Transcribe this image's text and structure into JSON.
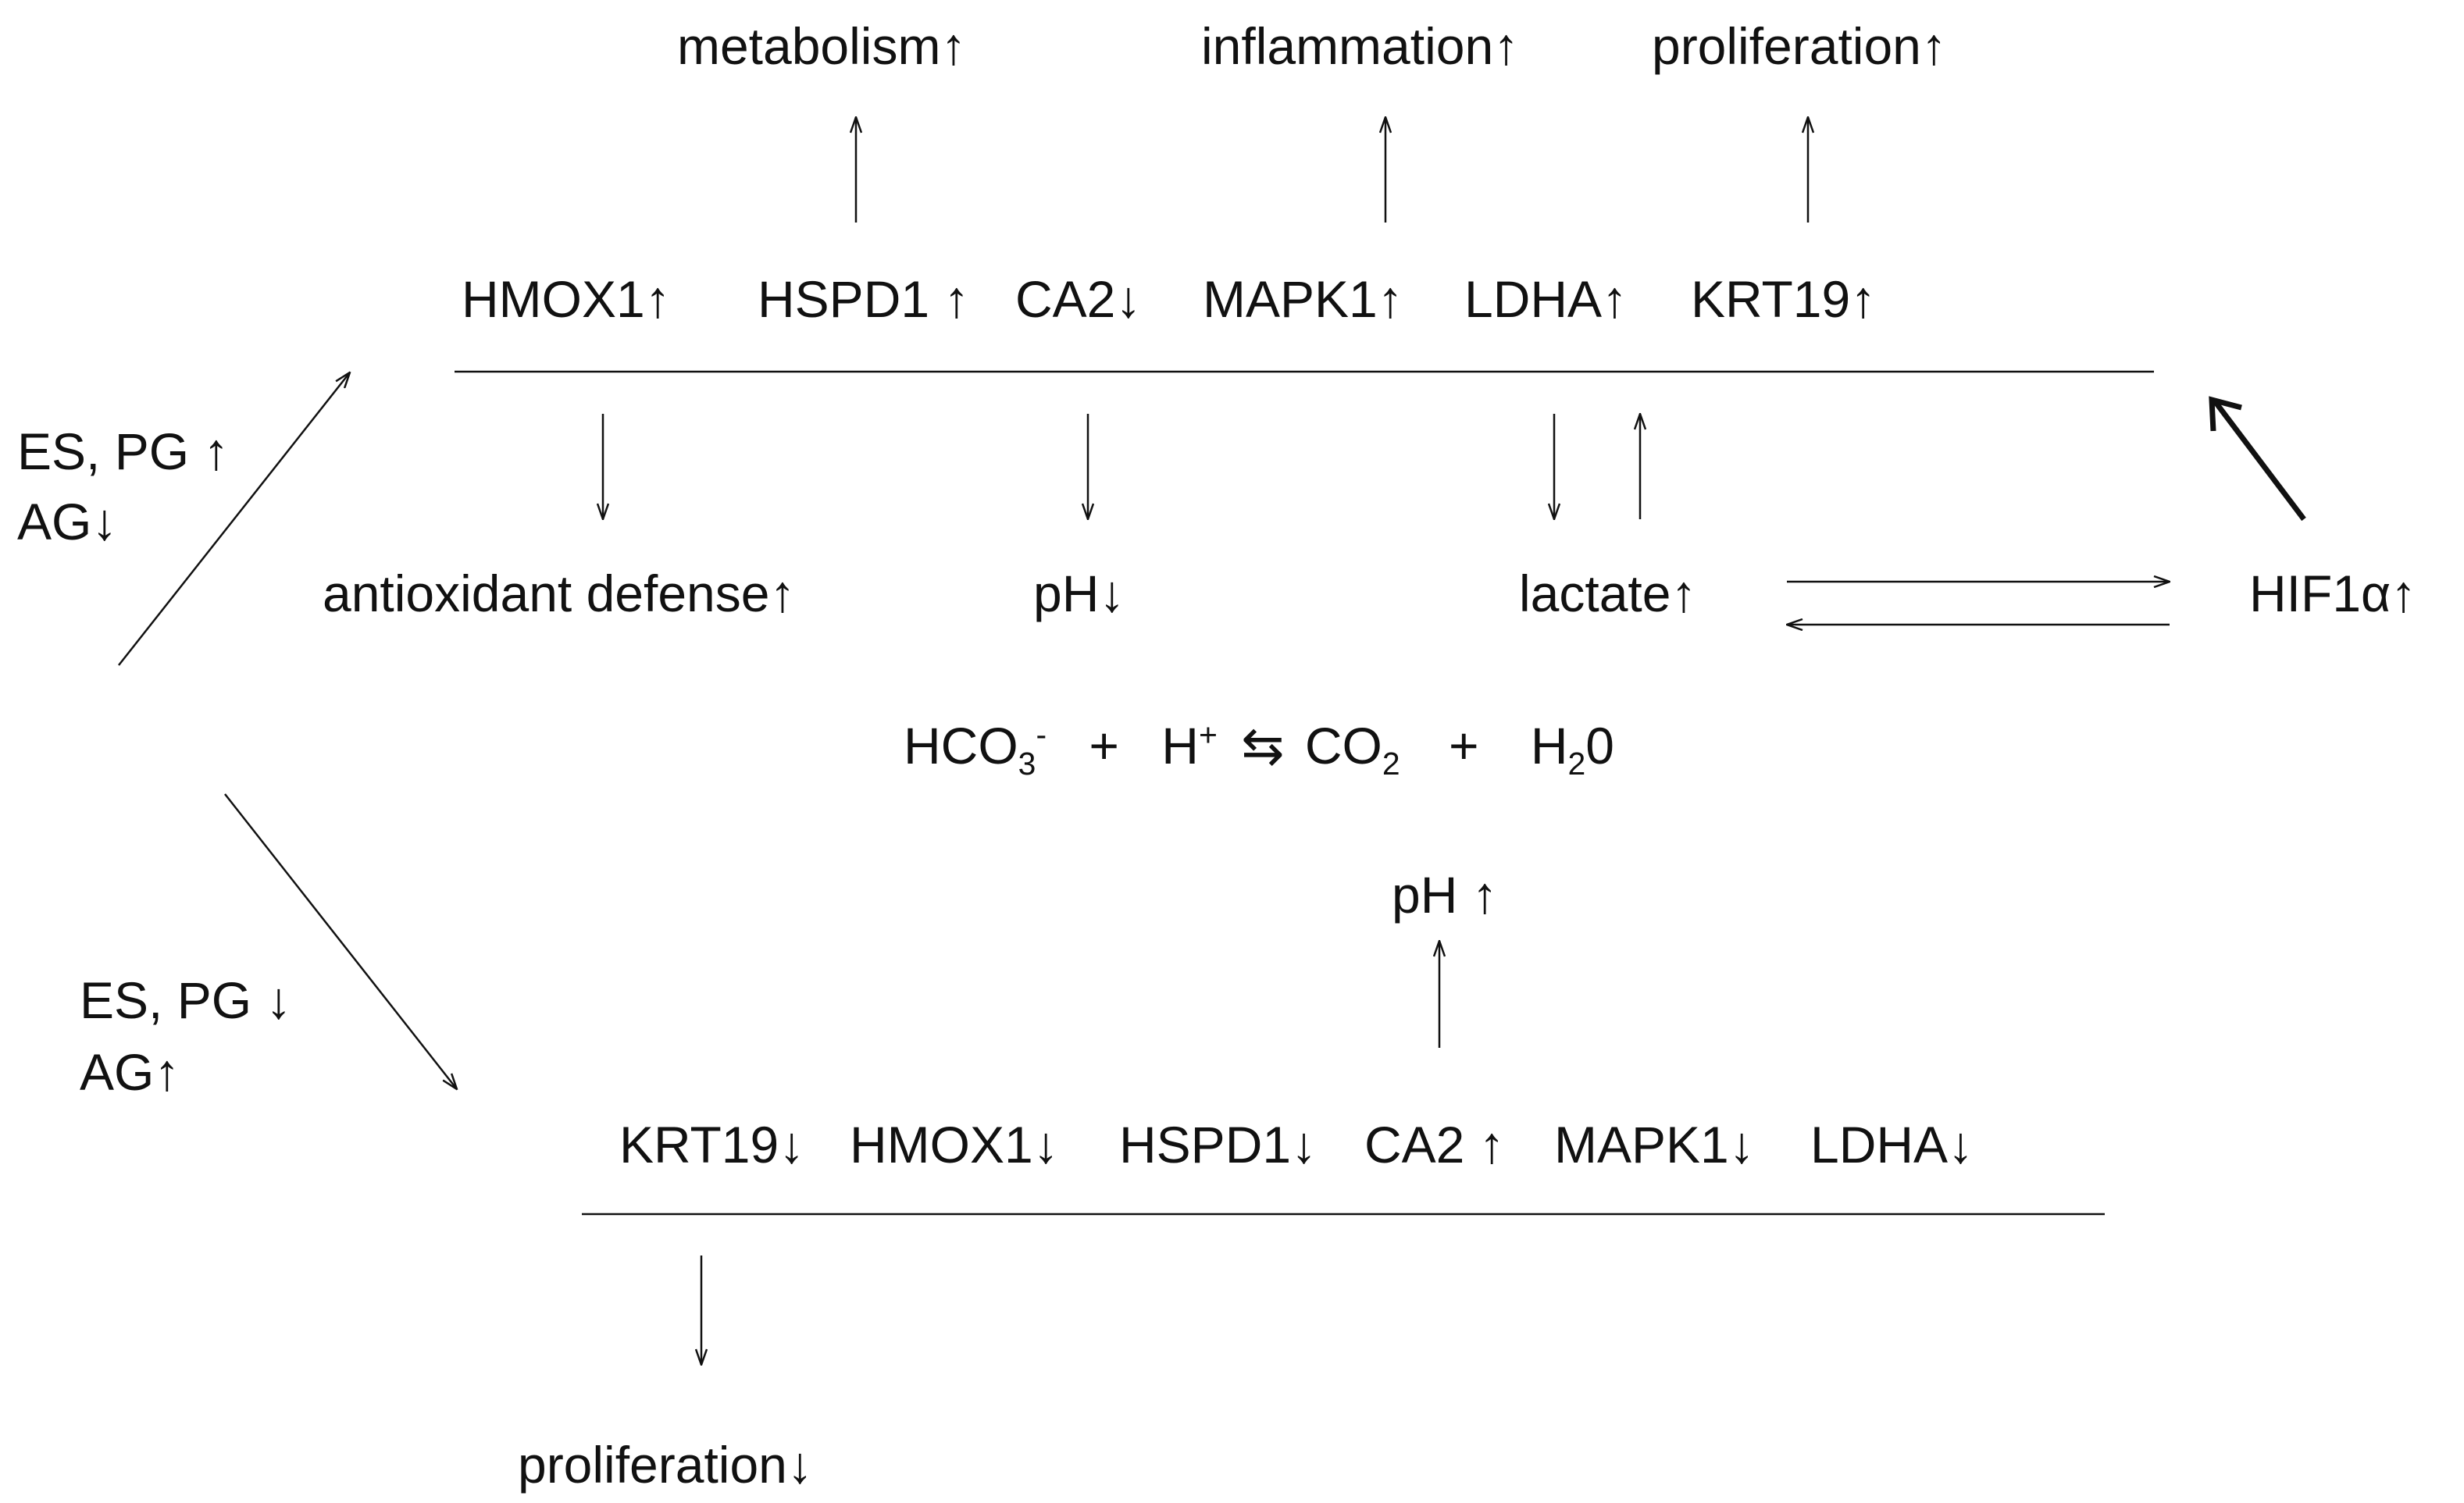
{
  "top": {
    "effects": [
      "metabolism↑",
      "inflammation↑",
      "proliferation↑"
    ],
    "genes": [
      "HMOX1↑",
      "HSPD1 ↑",
      "CA2↓",
      "MAPK1↑",
      "LDHA↑",
      "KRT19↑"
    ]
  },
  "left_conditions": {
    "up_branch": [
      "ES, PG ↑",
      "AG↓"
    ],
    "down_branch": [
      "ES, PG ↓",
      "AG↑"
    ]
  },
  "middle": {
    "antioxidant": "antioxidant defense↑",
    "ph_down": "pH↓",
    "lactate": "lactate↑",
    "hif": "HIF1α↑"
  },
  "equation": {
    "hco": "HCO",
    "hco_sub": "3",
    "hco_sup": "-",
    "plus1": "+",
    "h": "H",
    "h_sup": "+",
    "arrows": "⇆",
    "co": "CO",
    "co_sub": "2",
    "plus2": "+",
    "h2": "H",
    "h2_sub": "2",
    "h2_tail": "0"
  },
  "bottom": {
    "ph_up": "pH ↑",
    "genes": [
      "KRT19↓",
      "HMOX1↓",
      "HSPD1↓",
      "CA2 ↑",
      "MAPK1↓",
      "LDHA↓"
    ],
    "proliferation": "proliferation↓"
  },
  "colors": {
    "ink": "#111111",
    "background": "#ffffff"
  }
}
